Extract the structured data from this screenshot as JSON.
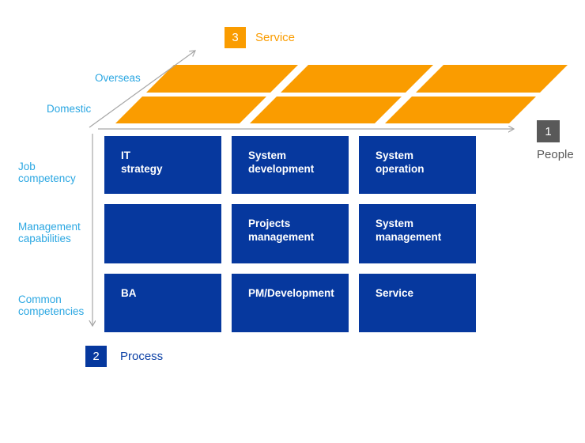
{
  "colors": {
    "orange": "#FA9C00",
    "deep_blue": "#06389E",
    "light_blue": "#2BA7E2",
    "dark_gray": "#595959",
    "arrow_gray": "#A6A6A6"
  },
  "axis_labels": {
    "service": {
      "number": "3",
      "label": "Service"
    },
    "people": {
      "number": "1",
      "label": "People"
    },
    "process": {
      "number": "2",
      "label": "Process"
    }
  },
  "service_plane": {
    "rows": 2,
    "columns": 3,
    "region_labels": {
      "top": "Overseas",
      "bottom": "Domestic"
    }
  },
  "competency_matrix": {
    "row_labels": [
      "Job\ncompetency",
      "Management\ncapabilities",
      "Common\ncompetencies"
    ],
    "cells": [
      [
        "IT\nstrategy",
        "System\ndevelopment",
        "System\noperation"
      ],
      [
        "",
        "Projects\nmanagement",
        "System\nmanagement"
      ],
      [
        "BA",
        "PM/Development",
        "Service"
      ]
    ]
  }
}
